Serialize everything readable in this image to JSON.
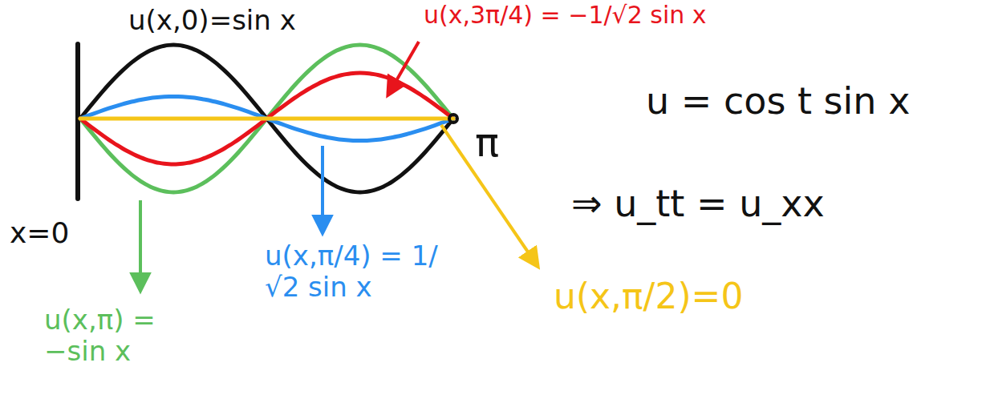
{
  "diagram": {
    "labels": [
      "u(x,0)=sin x",
      "u(x,3π/4) = −1/√2 sin x",
      "u = cos t sin x",
      "⇒ u_tt = u_xx",
      "x=0",
      "π",
      "u(x,π) = −sin x",
      "u(x,π/4) = 1/√2 sin x",
      "u(x,π/2)=0"
    ]
  }
}
